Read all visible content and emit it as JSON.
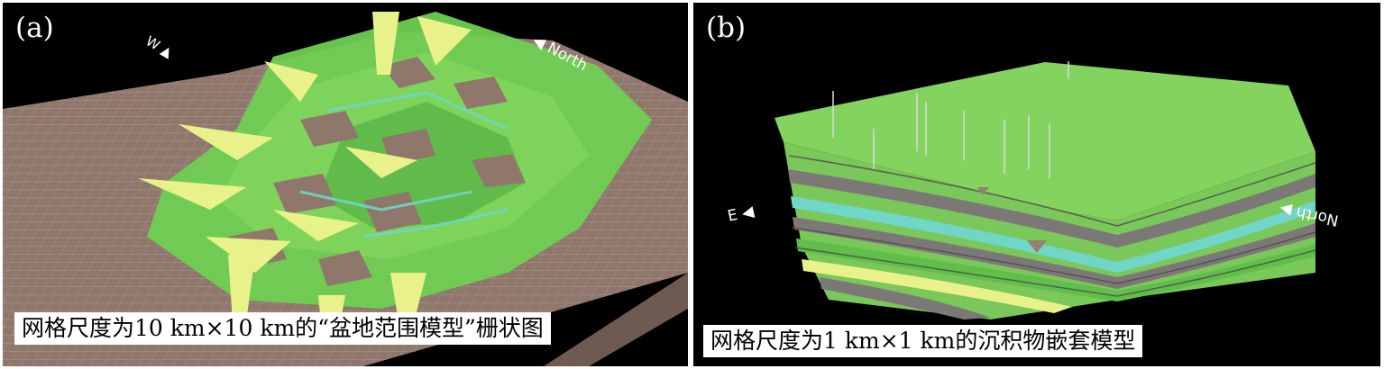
{
  "panel_a": {
    "letter": "(a)",
    "compass_west": "W",
    "compass_north": "North",
    "caption": "网格尺度为10 km×10 km的“盆地范围模型”栅状图"
  },
  "panel_b": {
    "letter": "(b)",
    "compass_east": "E",
    "compass_north": "North",
    "caption": "网格尺度为1 km×1 km的沉积物嵌套模型"
  },
  "colors": {
    "background": "#000000",
    "terrain_brown": "#8f776c",
    "surface_green": "#7ed95a",
    "fence_yellow": "#e9f28a",
    "layer_cyan": "#6fd6c8",
    "layer_gray": "#7d7878"
  }
}
